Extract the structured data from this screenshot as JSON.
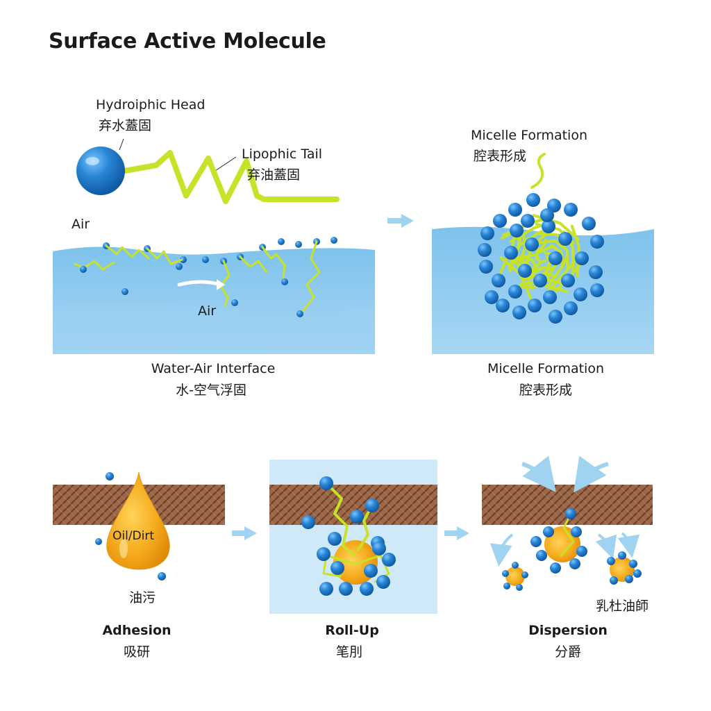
{
  "title": "Surface Active Molecule",
  "molecule": {
    "head_label": "Hydroiphic Head",
    "head_label_cn": "弃水蓋固",
    "tail_label": "Lipophic Tail",
    "tail_label_cn": "弃油蓋固"
  },
  "interface_panel": {
    "air_label_top": "Air",
    "air_label_inner": "Air",
    "caption": "Water-Air Interface",
    "caption_cn": "水-空气浮固"
  },
  "micelle_panel": {
    "top_label": "Micelle Formation",
    "top_label_cn": "腔表形成",
    "caption": "Micelle Formation",
    "caption_cn": "腔表形成"
  },
  "adhesion_panel": {
    "drop_label": "Oil/Dirt",
    "drop_label_cn": "油污",
    "caption": "Adhesion",
    "caption_cn": "吸研"
  },
  "rollup_panel": {
    "caption": "Roll-Up",
    "caption_cn": "笔刖"
  },
  "dispersion_panel": {
    "side_label_cn": "乳杜油師",
    "caption": "Dispersion",
    "caption_cn": "分爵"
  },
  "colors": {
    "head_blue": "#2a86d6",
    "tail_lime": "#c8e22a",
    "water": "#8fcaee",
    "fabric": "#8a5a3c",
    "oil": "#f4a91c",
    "arrow": "#9fd3ef"
  }
}
